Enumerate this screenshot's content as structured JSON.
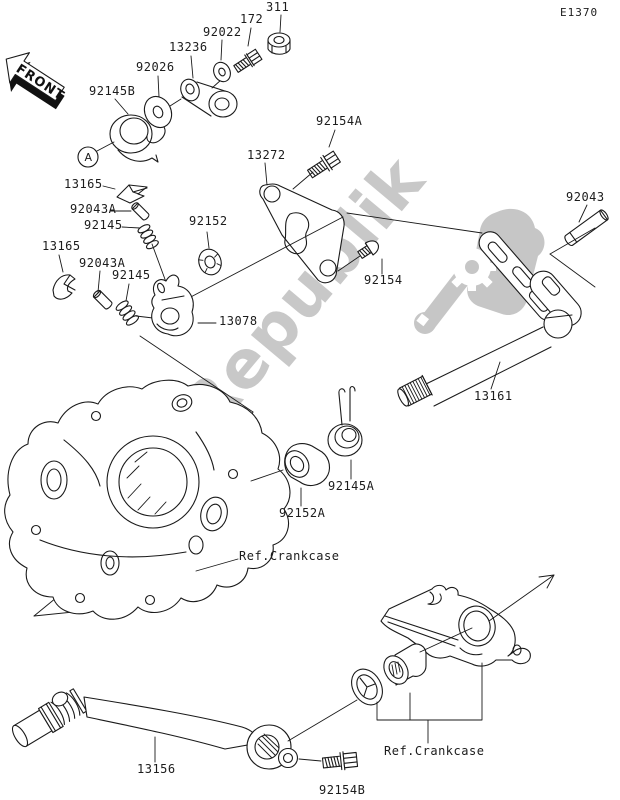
{
  "diagram": {
    "code": "E1370",
    "front_label": "FRONT",
    "detail_marker": "A",
    "watermark_text": "PartsRepublik",
    "colors": {
      "line": "#1a1a1a",
      "background": "#ffffff",
      "watermark": "#c8c8c8"
    }
  },
  "parts": {
    "nut_311": "311",
    "bolt_172": "172",
    "washer_92022": "92022",
    "link_13236": "13236",
    "washer_92026": "92026",
    "spring_92145b": "92145B",
    "bolt_92154a": "92154A",
    "plate_13272": "13272",
    "clip_13165_upper": "13165",
    "pin_92043a_upper": "92043A",
    "spring_92145_upper": "92145",
    "washer_92152": "92152",
    "clip_13165_lower": "13165",
    "pin_92043a_lower": "92043A",
    "spring_92145_lower": "92145",
    "mechanism_13078": "13078",
    "screw_92154": "92154",
    "pin_92043": "92043",
    "shaft_13161": "13161",
    "spring_92145a": "92145A",
    "bushing_92152a": "92152A",
    "ref_crankcase_main": "Ref.Crankcase",
    "pedal_13156": "13156",
    "bolt_92154b": "92154B",
    "ref_crankcase_lower": "Ref.Crankcase"
  }
}
